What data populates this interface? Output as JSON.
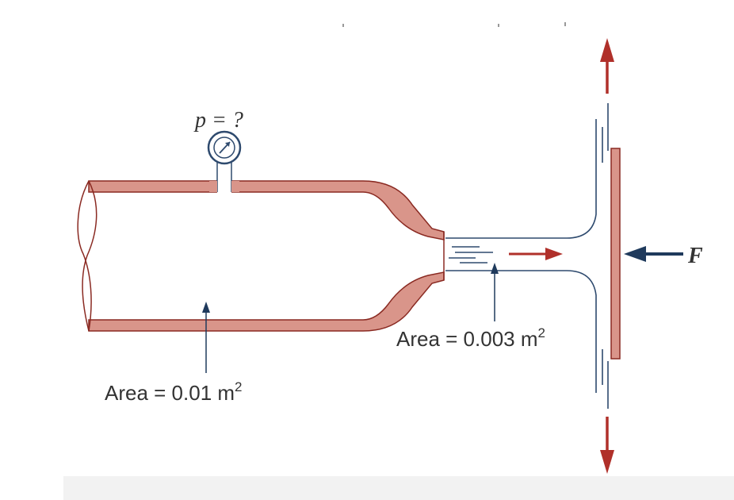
{
  "labels": {
    "pressure": "p = ?",
    "area_pipe": "Area = 0.01 m",
    "area_pipe_exp": "2",
    "area_jet": "Area = 0.003 m",
    "area_jet_exp": "2",
    "force": "F"
  },
  "colors": {
    "pipe_wall_fill": "#d9958a",
    "pipe_wall_stroke": "#8a2a22",
    "arrow_red": "#b0302a",
    "arrow_blue": "#1f3a5c",
    "stream_line": "#2e4a6e",
    "ground": "#f2f2f2"
  },
  "icons": {
    "gauge": "pressure-gauge-icon"
  }
}
